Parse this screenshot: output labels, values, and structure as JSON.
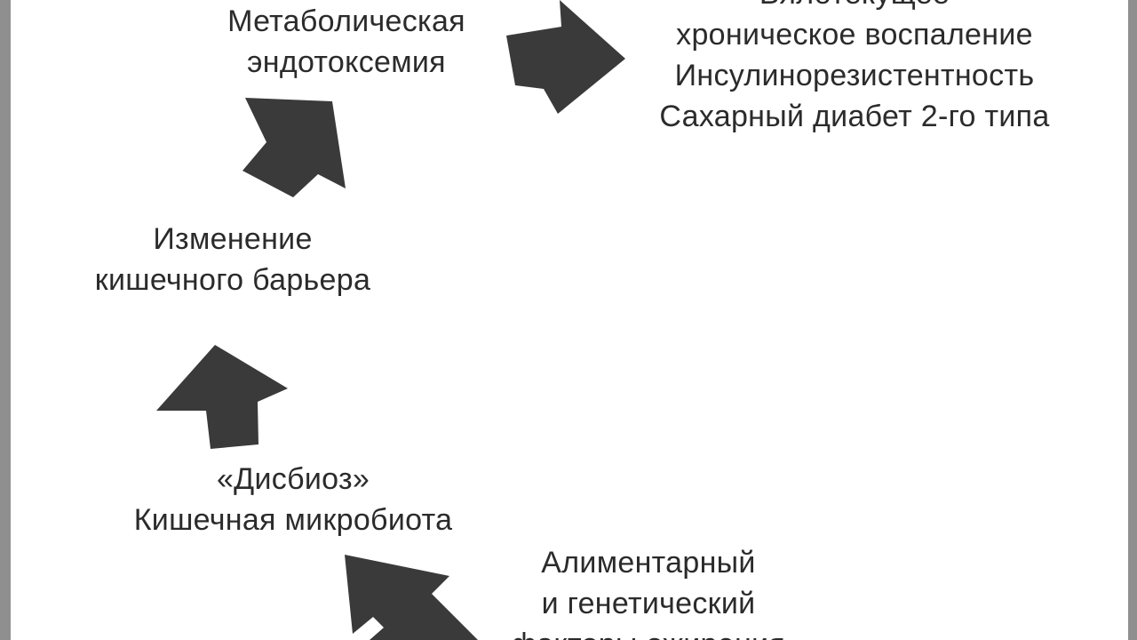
{
  "diagram": {
    "nodes": {
      "endotoxemia": [
        "Метаболическая",
        "эндотоксемия"
      ],
      "outcomes": [
        "Вялотекущее",
        "хроническое воспаление",
        "Инсулинорезистентность",
        "Сахарный диабет 2-го типа"
      ],
      "barrier": [
        "Изменение",
        "кишечного барьера"
      ],
      "dysbiosis": [
        "«Дисбиоз»",
        "Кишечная микробиота"
      ],
      "factors": [
        "Алиментарный",
        "и генетический",
        "факторы ожирения"
      ]
    },
    "flow": [
      "factors → dysbiosis",
      "dysbiosis → barrier",
      "barrier → endotoxemia",
      "endotoxemia → outcomes"
    ],
    "colors": {
      "arrow": "#3a3a3a",
      "text": "#2b2b2b",
      "frame": "#8f8f8f",
      "paper": "#ffffff"
    }
  }
}
